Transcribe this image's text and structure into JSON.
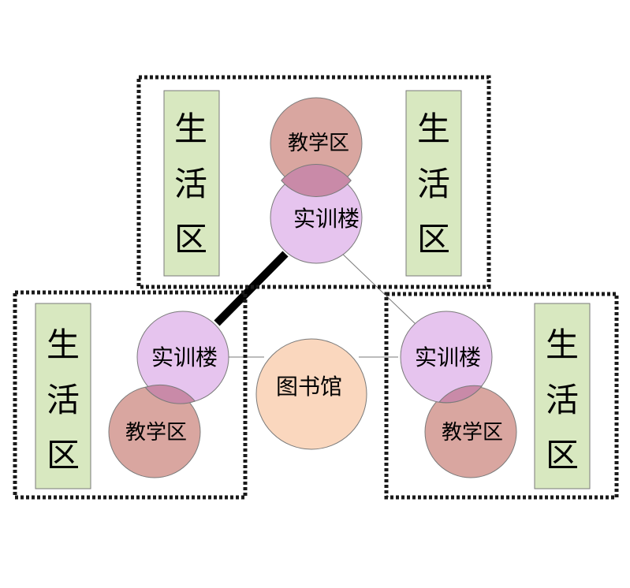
{
  "colors": {
    "living_fill": "#d8e8c0",
    "teaching_fill": "#d9a6a0",
    "training_fill": "#e6c4ee",
    "overlap_fill": "#c98aa8",
    "library_fill": "#fad7be",
    "dotted_border": "#1a1a1a",
    "stroke": "#7a7a7a",
    "thick_link": "#000000"
  },
  "top_group": {
    "living_left": [
      "生",
      "活",
      "区"
    ],
    "living_right": [
      "生",
      "活",
      "区"
    ],
    "teaching": "教学区",
    "training": "实训楼"
  },
  "left_group": {
    "living": [
      "生",
      "活",
      "区"
    ],
    "training": "实训楼",
    "teaching": "教学区"
  },
  "right_group": {
    "living": [
      "生",
      "活",
      "区"
    ],
    "training": "实训楼",
    "teaching": "教学区"
  },
  "center": {
    "library": "图书馆"
  }
}
